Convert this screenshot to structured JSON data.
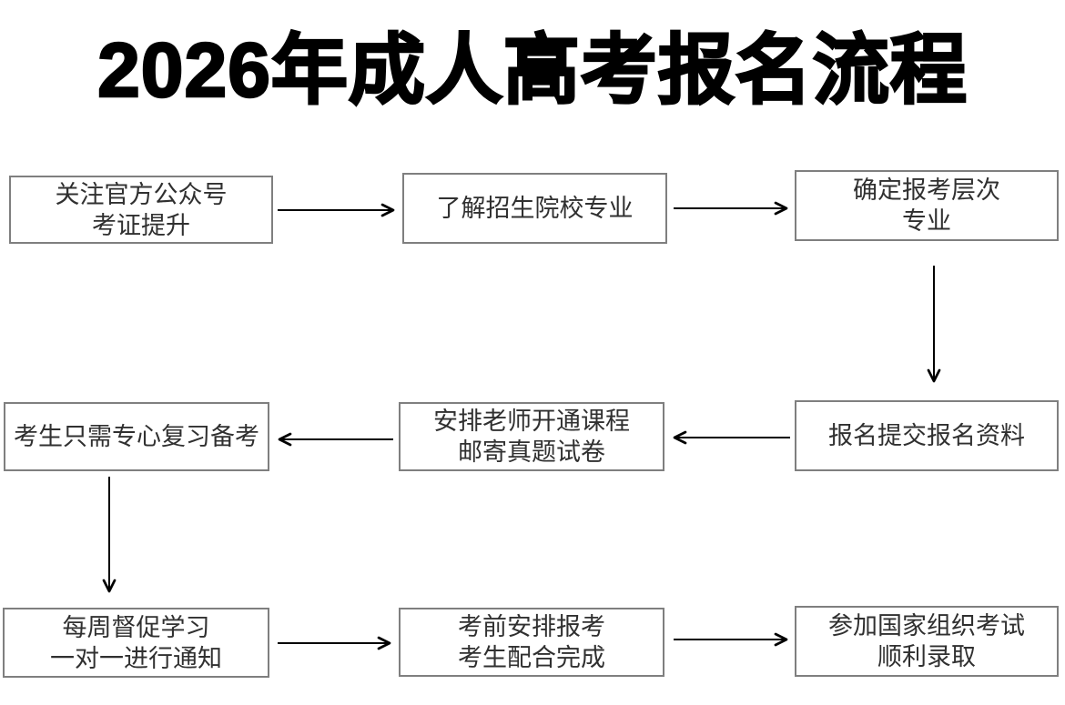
{
  "title": "2026年成人高考报名流程",
  "steps": [
    {
      "id": 1,
      "lines": [
        "关注官方公众号",
        "考证提升"
      ]
    },
    {
      "id": 2,
      "lines": [
        "了解招生院校专业"
      ]
    },
    {
      "id": 3,
      "lines": [
        "确定报考层次",
        "专业"
      ]
    },
    {
      "id": 4,
      "lines": [
        "考生只需专心复习备考"
      ]
    },
    {
      "id": 5,
      "lines": [
        "安排老师开通课程",
        "邮寄真题试卷"
      ]
    },
    {
      "id": 6,
      "lines": [
        "报名提交报名资料"
      ]
    },
    {
      "id": 7,
      "lines": [
        "每周督促学习",
        "一对一进行通知"
      ]
    },
    {
      "id": 8,
      "lines": [
        "考前安排报考",
        "考生配合完成"
      ]
    },
    {
      "id": 9,
      "lines": [
        "参加国家组织考试",
        "顺利录取"
      ]
    }
  ],
  "flow_order": [
    "step-1 -> step-2",
    "step-2 -> step-3",
    "step-3 -> step-6",
    "step-6 -> step-5",
    "step-5 -> step-4",
    "step-4 -> step-7",
    "step-7 -> step-8",
    "step-8 -> step-9"
  ],
  "colors": {
    "title": "#000000",
    "border": "#7f7f7f",
    "text": "#303030",
    "arrow": "#000000"
  }
}
